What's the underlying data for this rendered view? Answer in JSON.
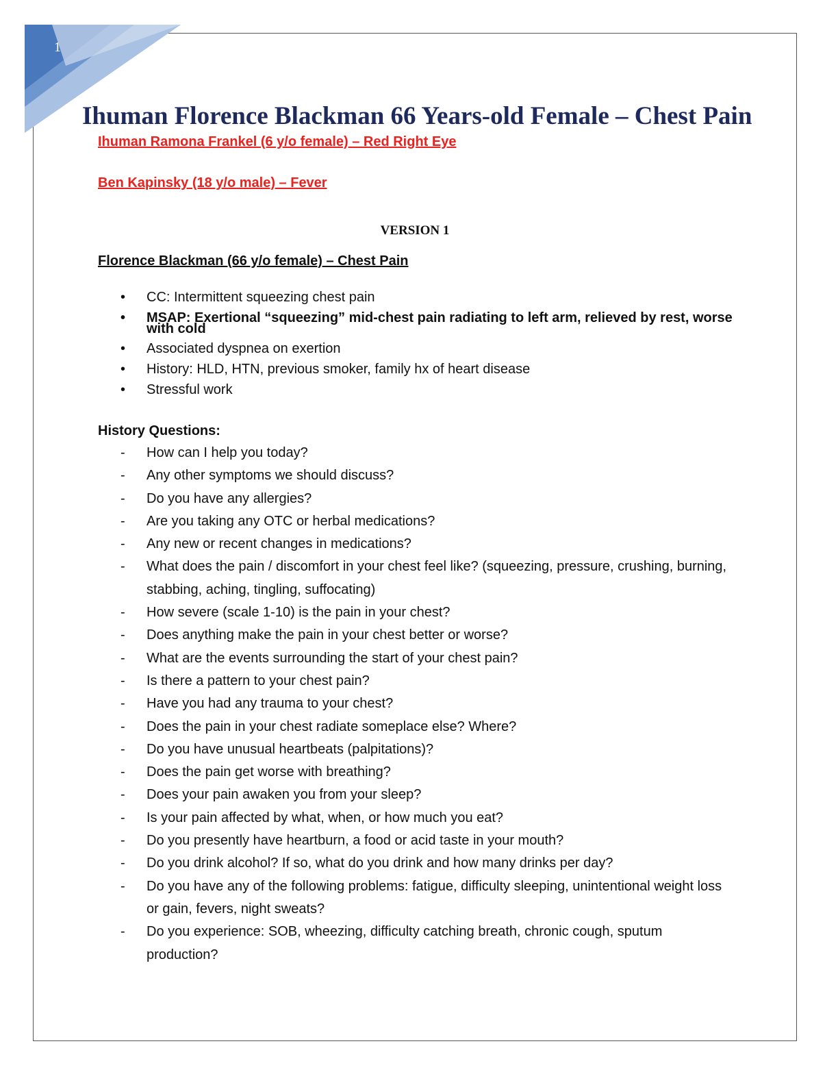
{
  "page": {
    "number": "1"
  },
  "title": "Ihuman Florence Blackman 66 Years-old Female – Chest Pain",
  "links": [
    "Ihuman Ramona Frankel (6 y/o female) – Red Right Eye",
    "Ben Kapinsky (18 y/o male) – Fever"
  ],
  "version": "VERSION 1",
  "case_heading": "Florence Blackman (66 y/o female) – Chest Pain",
  "bullet_symbol": "•",
  "bullets": [
    "CC: Intermittent squeezing chest pain",
    "MSAP: Exertional “squeezing” mid-chest pain radiating to left arm, relieved by rest, worse with cold",
    "Associated dyspnea on exertion",
    "History: HLD, HTN, previous smoker, family hx of heart disease",
    "Stressful work"
  ],
  "history_heading": "History Questions:",
  "dash_symbol": "-",
  "questions": [
    "How can I help you today?",
    "Any other symptoms we should discuss?",
    "Do you have any allergies?",
    "Are you taking any OTC or herbal medications?",
    "Any new or recent changes in medications?",
    "What does the pain / discomfort in your chest feel like? (squeezing, pressure, crushing, burning, stabbing, aching, tingling, suffocating)",
    "How severe (scale 1-10) is the pain in your chest?",
    "Does anything make the pain in your chest better or worse?",
    "What are the events surrounding the start of your chest pain?",
    "Is there a pattern to your chest pain?",
    "Have you had any trauma to your chest?",
    "Does the pain in your chest radiate someplace else? Where?",
    "Do you have unusual heartbeats (palpitations)?",
    "Does the pain get worse with breathing?",
    "Does your pain awaken you from your sleep?",
    "Is your pain affected by what, when, or how much you eat?",
    "Do you presently have heartburn, a food or acid taste in your mouth?",
    "Do you drink alcohol? If so, what do you drink and how many drinks per day?",
    "Do you have any of the following problems: fatigue, difficulty sleeping, unintentional weight loss or gain, fevers, night sweats?",
    "Do you experience: SOB, wheezing, difficulty catching breath, chronic cough, sputum production?"
  ]
}
